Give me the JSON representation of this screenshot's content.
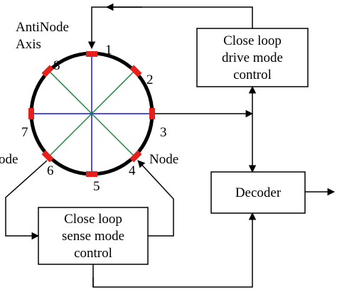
{
  "title_lines": [
    "AntiNode",
    "Axis"
  ],
  "node_word": "Node",
  "node_word_left": "ode",
  "electrodes": [
    "1",
    "2",
    "3",
    "4",
    "5",
    "6",
    "7",
    "8"
  ],
  "blocks": {
    "drive": [
      "Close loop",
      "drive mode",
      "control"
    ],
    "sense": [
      "Close loop",
      "sense mode",
      "control"
    ],
    "decoder": "Decoder"
  },
  "colors": {
    "antinode_axis": "#1010e0",
    "node_axis": "#1a8a3a",
    "electrode": "#e8201c",
    "ring": "#000000"
  }
}
